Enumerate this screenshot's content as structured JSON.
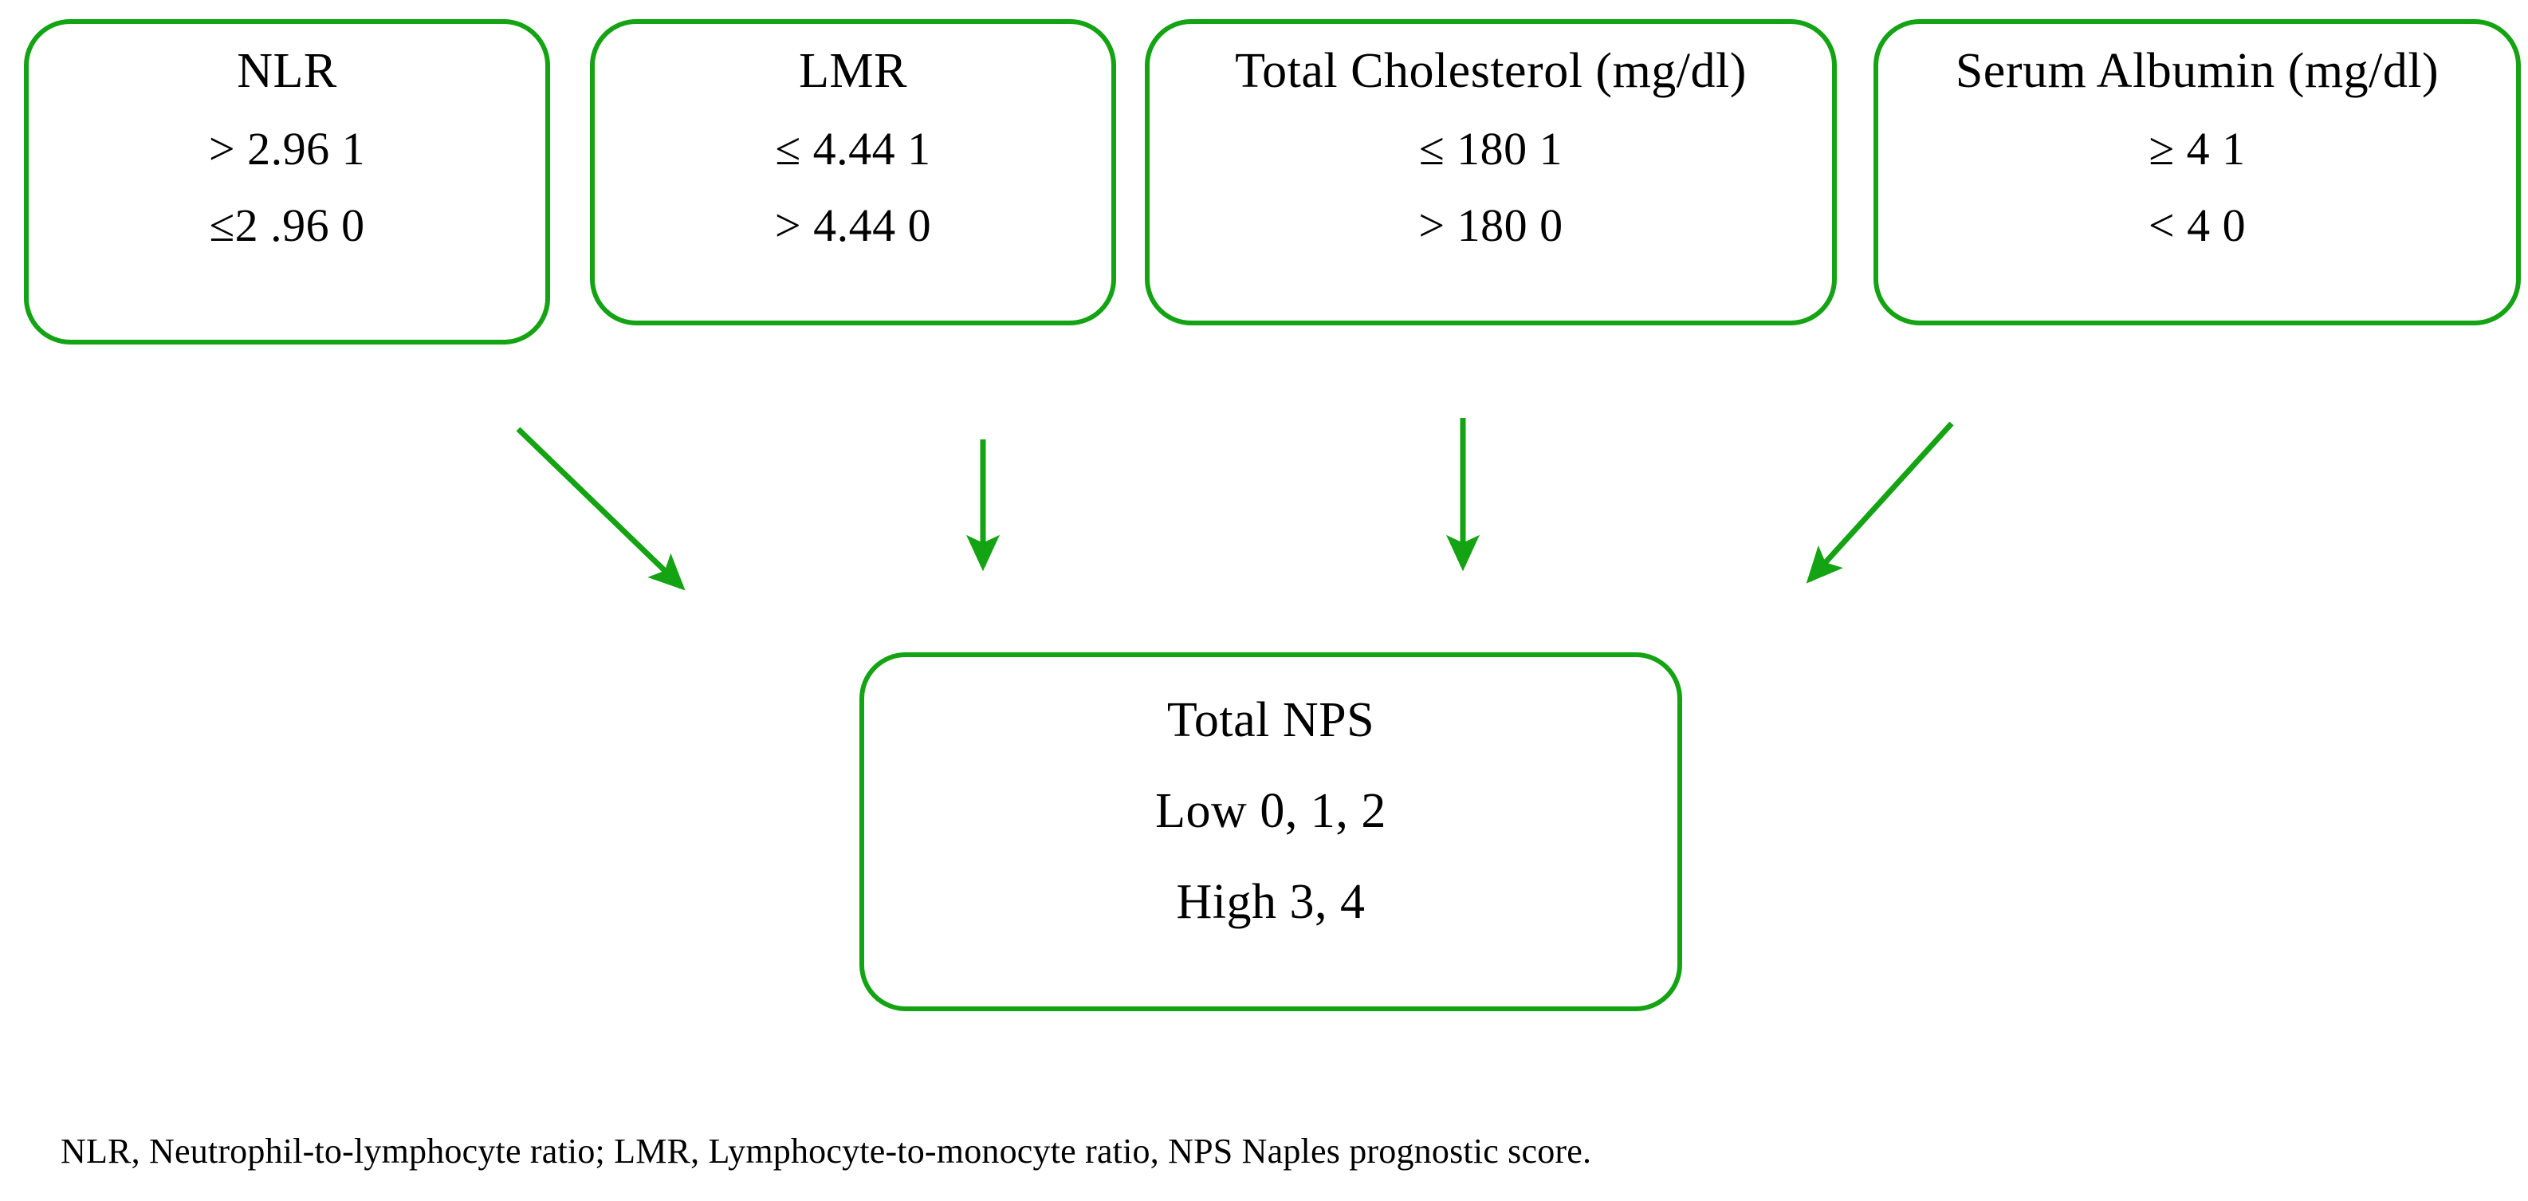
{
  "diagram": {
    "accent_color": "#13a313",
    "text_color": "#000000",
    "background_color": "#ffffff",
    "criteria": [
      {
        "title": "NLR",
        "rows": [
          {
            "condition": "> 2.96",
            "points": "1",
            "text": "> 2.96   1"
          },
          {
            "condition": "≤2 .96",
            "points": "0",
            "text": "≤2 .96   0"
          }
        ]
      },
      {
        "title": "LMR",
        "rows": [
          {
            "condition": "≤ 4.44",
            "points": "1",
            "text": "≤ 4.44   1"
          },
          {
            "condition": "> 4.44",
            "points": "0",
            "text": "> 4.44   0"
          }
        ]
      },
      {
        "title": "Total Cholesterol (mg/dl)",
        "rows": [
          {
            "condition": "≤ 180",
            "points": "1",
            "text": "≤ 180   1"
          },
          {
            "condition": "> 180",
            "points": "0",
            "text": "> 180  0"
          }
        ]
      },
      {
        "title": "Serum Albumin (mg/dl)",
        "rows": [
          {
            "condition": "≥ 4",
            "points": "1",
            "text": "≥ 4   1"
          },
          {
            "condition": "< 4",
            "points": "0",
            "text": "< 4   0"
          }
        ]
      }
    ],
    "total": {
      "title": "Total NPS",
      "rows": [
        {
          "label": "Low",
          "scores": "0, 1, 2",
          "text": "Low 0, 1, 2"
        },
        {
          "label": "High",
          "scores": "3, 4",
          "text": "High 3, 4"
        }
      ]
    },
    "arrows": [
      {
        "name": "arrow-nlr-to-total",
        "direction": "diagonal-down-right"
      },
      {
        "name": "arrow-lmr-to-total",
        "direction": "down"
      },
      {
        "name": "arrow-chol-to-total",
        "direction": "down"
      },
      {
        "name": "arrow-alb-to-total",
        "direction": "diagonal-down-left"
      }
    ],
    "caption": "NLR, Neutrophil-to-lymphocyte ratio; LMR, Lymphocyte-to-monocyte ratio, NPS Naples prognostic score."
  }
}
